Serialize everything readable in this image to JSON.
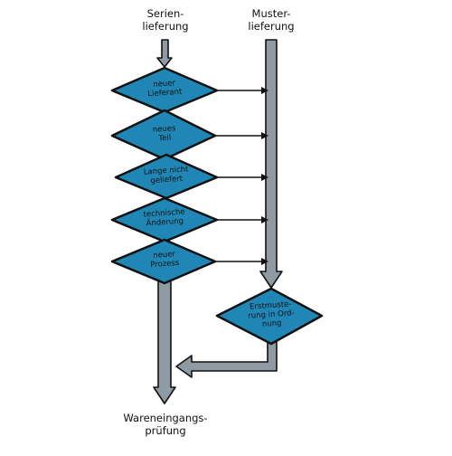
{
  "start_left": "Serien-\nlieferung",
  "start_right": "Muster-\nlieferung",
  "end_label": "Wareneingangs-\nprüfung",
  "decisions_left": [
    "neuer\nLieferant",
    "neues\nTeil",
    "Lange nicht\ngeliefert",
    "technische\nÄnderung",
    "neuer\nProzess"
  ],
  "decision_right": "Erstmuste-\nrung in Ord-\nnung",
  "colors": {
    "diamond_fill": "#1f86b6",
    "arrow_fill": "#8e9ba3",
    "outline": "#111111"
  }
}
